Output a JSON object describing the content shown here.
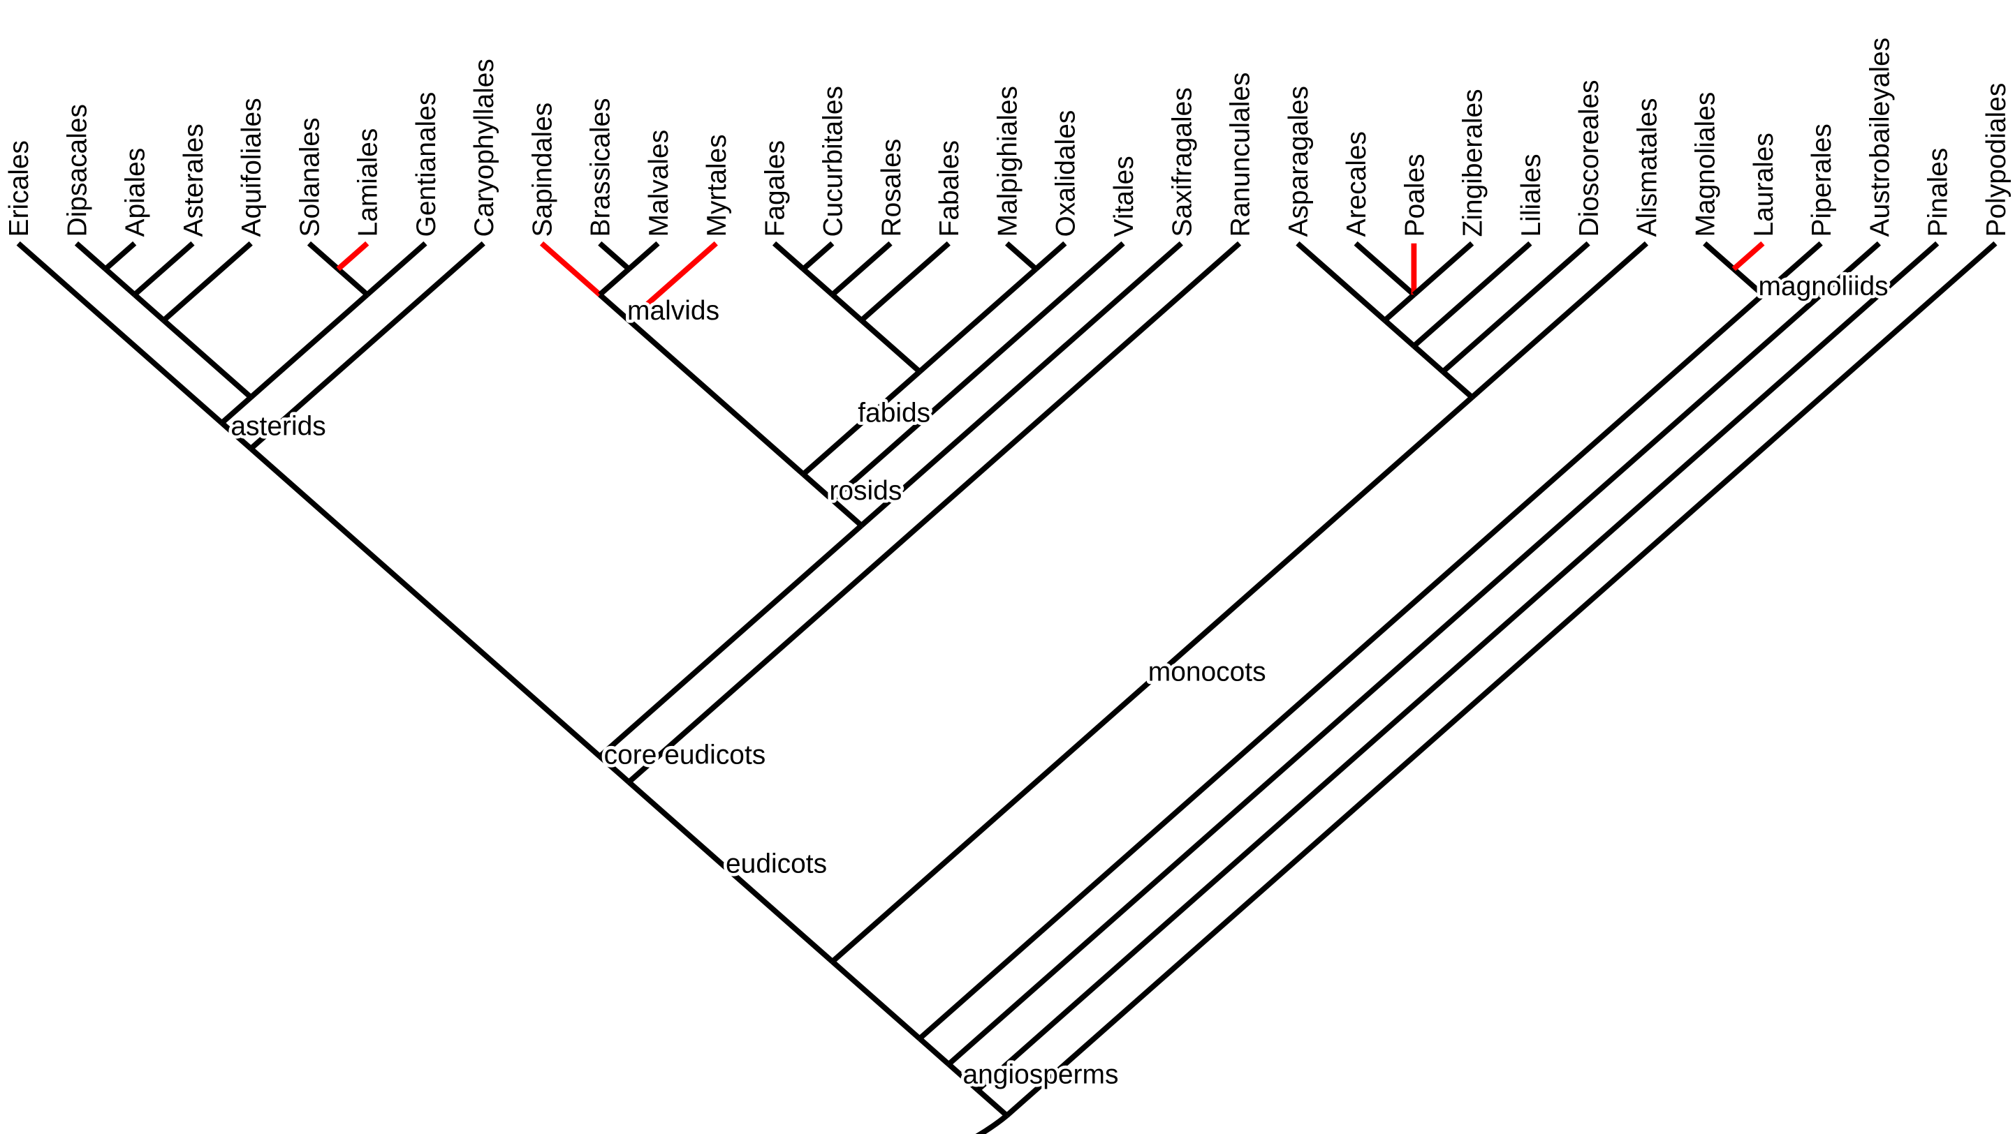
{
  "colors": {
    "default_edge": "#000000",
    "highlight_edge": "#ff0000",
    "background": "#ffffff"
  },
  "tree": {
    "children": [
      {
        "children": [
          {
            "children": [
              {
                "label": "eudicots",
                "children": [
                  {
                    "label": "core eudicots",
                    "children": [
                      {
                        "children": [
                          {
                            "label": "asterids",
                            "children": [
                              {
                                "name": "Ericales"
                              },
                              {
                                "children": [
                                  {
                                    "children": [
                                      {
                                        "children": [
                                          {
                                            "children": [
                                              {
                                                "name": "Dipsacales"
                                              },
                                              {
                                                "name": "Apiales"
                                              }
                                            ]
                                          },
                                          {
                                            "name": "Asterales"
                                          }
                                        ]
                                      },
                                      {
                                        "name": "Aquifoliales"
                                      }
                                    ]
                                  },
                                  {
                                    "children": [
                                      {
                                        "children": [
                                          {
                                            "name": "Solanales"
                                          },
                                          {
                                            "name": "Lamiales",
                                            "highlight": true
                                          }
                                        ]
                                      },
                                      {
                                        "name": "Gentianales"
                                      }
                                    ]
                                  }
                                ]
                              }
                            ]
                          },
                          {
                            "name": "Caryophyllales"
                          }
                        ]
                      },
                      {
                        "children": [
                          {
                            "children": [
                              {
                                "label": "rosids",
                                "children": [
                                  {
                                    "label": "malvids",
                                    "children": [
                                      {
                                        "children": [
                                          {
                                            "name": "Sapindales",
                                            "highlight": true
                                          },
                                          {
                                            "children": [
                                              {
                                                "name": "Brassicales"
                                              },
                                              {
                                                "name": "Malvales"
                                              }
                                            ]
                                          }
                                        ]
                                      },
                                      {
                                        "name": "Myrtales",
                                        "highlight": true
                                      }
                                    ]
                                  },
                                  {
                                    "label": "fabids",
                                    "children": [
                                      {
                                        "children": [
                                          {
                                            "children": [
                                              {
                                                "children": [
                                                  {
                                                    "name": "Fagales"
                                                  },
                                                  {
                                                    "name": "Cucurbitales"
                                                  }
                                                ]
                                              },
                                              {
                                                "name": "Rosales"
                                              }
                                            ]
                                          },
                                          {
                                            "name": "Fabales"
                                          }
                                        ]
                                      },
                                      {
                                        "children": [
                                          {
                                            "name": "Malpighiales"
                                          },
                                          {
                                            "name": "Oxalidales"
                                          }
                                        ]
                                      }
                                    ]
                                  }
                                ]
                              },
                              {
                                "name": "Vitales"
                              }
                            ]
                          },
                          {
                            "name": "Saxifragales"
                          }
                        ]
                      }
                    ]
                  },
                  {
                    "name": "Ranunculales"
                  }
                ]
              },
              {
                "label": "monocots",
                "children": [
                  {
                    "children": [
                      {
                        "children": [
                          {
                            "children": [
                              {
                                "name": "Asparagales"
                              },
                              {
                                "children": [
                                  {
                                    "name": "Arecales"
                                  },
                                  {
                                    "name": "Poales",
                                    "highlight": true
                                  },
                                  {
                                    "name": "Zingiberales"
                                  }
                                ]
                              }
                            ]
                          },
                          {
                            "name": "Liliales"
                          }
                        ]
                      },
                      {
                        "name": "Dioscoreales"
                      }
                    ]
                  },
                  {
                    "name": "Alismatales"
                  }
                ]
              }
            ]
          },
          {
            "label": "magnoliids",
            "children": [
              {
                "children": [
                  {
                    "name": "Magnoliales"
                  },
                  {
                    "name": "Laurales",
                    "highlight": true
                  }
                ]
              },
              {
                "name": "Piperales"
              }
            ]
          }
        ]
      },
      {
        "name": "Austrobaileyales"
      }
    ],
    "label": "angiosperms",
    "outgroups": [
      {
        "name": "Pinales"
      },
      {
        "name": "Polypodiales"
      }
    ]
  }
}
